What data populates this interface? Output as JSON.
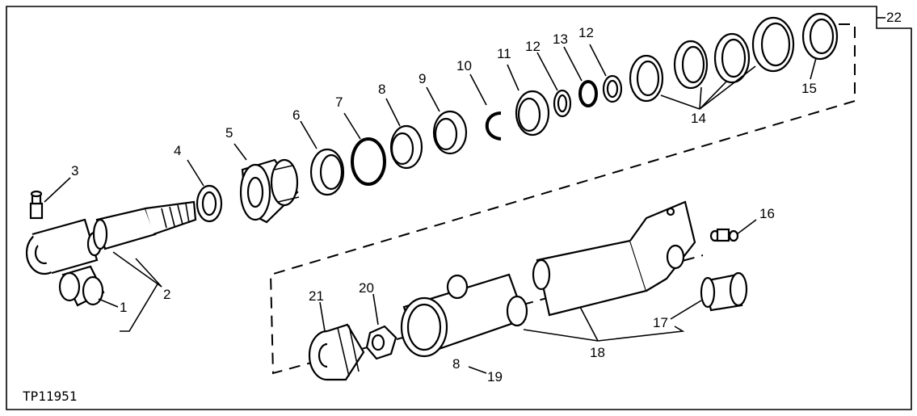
{
  "figure_ref": "TP11951",
  "callouts": {
    "c1": "1",
    "c2": "2",
    "c3": "3",
    "c4": "4",
    "c5": "5",
    "c6": "6",
    "c7": "7",
    "c8": "8",
    "c9": "9",
    "c10": "10",
    "c11": "11",
    "c12a": "12",
    "c13": "13",
    "c12b": "12",
    "c14": "14",
    "c15": "15",
    "c16": "16",
    "c17": "17",
    "c18": "18",
    "c19": "19",
    "c19prefix": "8",
    "c20": "20",
    "c21": "21",
    "c22": "22"
  },
  "colors": {
    "ink": "#000000",
    "paper": "#ffffff"
  }
}
